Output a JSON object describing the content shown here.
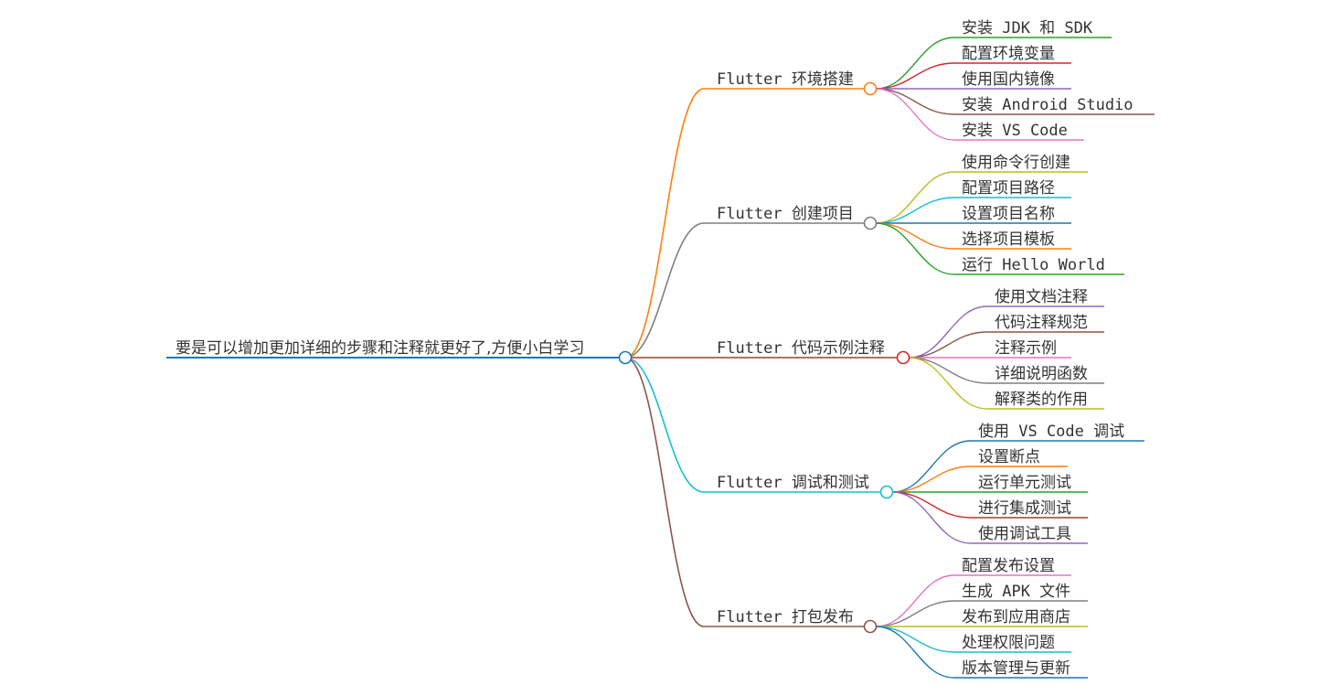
{
  "mindmap": {
    "root": {
      "label": "要是可以增加更加详细的步骤和注释就更好了,方便小白学习",
      "color": "#1f77b4"
    },
    "branches": [
      {
        "label": "Flutter 环境搭建",
        "color": "#ff7f0e",
        "children": [
          {
            "label": "安装 JDK 和 SDK",
            "color": "#2ca02c"
          },
          {
            "label": "配置环境变量",
            "color": "#d62728"
          },
          {
            "label": "使用国内镜像",
            "color": "#9467bd"
          },
          {
            "label": "安装 Android Studio",
            "color": "#8c564b"
          },
          {
            "label": "安装 VS Code",
            "color": "#e377c2"
          }
        ]
      },
      {
        "label": "Flutter 创建项目",
        "color": "#7f7f7f",
        "children": [
          {
            "label": "使用命令行创建",
            "color": "#bcbd22"
          },
          {
            "label": "配置项目路径",
            "color": "#17becf"
          },
          {
            "label": "设置项目名称",
            "color": "#1f77b4"
          },
          {
            "label": "选择项目模板",
            "color": "#ff7f0e"
          },
          {
            "label": "运行 Hello World",
            "color": "#2ca02c"
          }
        ]
      },
      {
        "label": "Flutter 代码示例注释",
        "color": "#d62728",
        "children": [
          {
            "label": "使用文档注释",
            "color": "#9467bd"
          },
          {
            "label": "代码注释规范",
            "color": "#8c564b"
          },
          {
            "label": "注释示例",
            "color": "#e377c2"
          },
          {
            "label": "详细说明函数",
            "color": "#7f7f7f"
          },
          {
            "label": "解释类的作用",
            "color": "#bcbd22"
          }
        ]
      },
      {
        "label": "Flutter 调试和测试",
        "color": "#17becf",
        "children": [
          {
            "label": "使用 VS Code 调试",
            "color": "#1f77b4"
          },
          {
            "label": "设置断点",
            "color": "#ff7f0e"
          },
          {
            "label": "运行单元测试",
            "color": "#2ca02c"
          },
          {
            "label": "进行集成测试",
            "color": "#d62728"
          },
          {
            "label": "使用调试工具",
            "color": "#9467bd"
          }
        ]
      },
      {
        "label": "Flutter 打包发布",
        "color": "#8c564b",
        "children": [
          {
            "label": "配置发布设置",
            "color": "#e377c2"
          },
          {
            "label": "生成 APK 文件",
            "color": "#7f7f7f"
          },
          {
            "label": "发布到应用商店",
            "color": "#bcbd22"
          },
          {
            "label": "处理权限问题",
            "color": "#17becf"
          },
          {
            "label": "版本管理与更新",
            "color": "#1f77b4"
          }
        ]
      }
    ]
  }
}
